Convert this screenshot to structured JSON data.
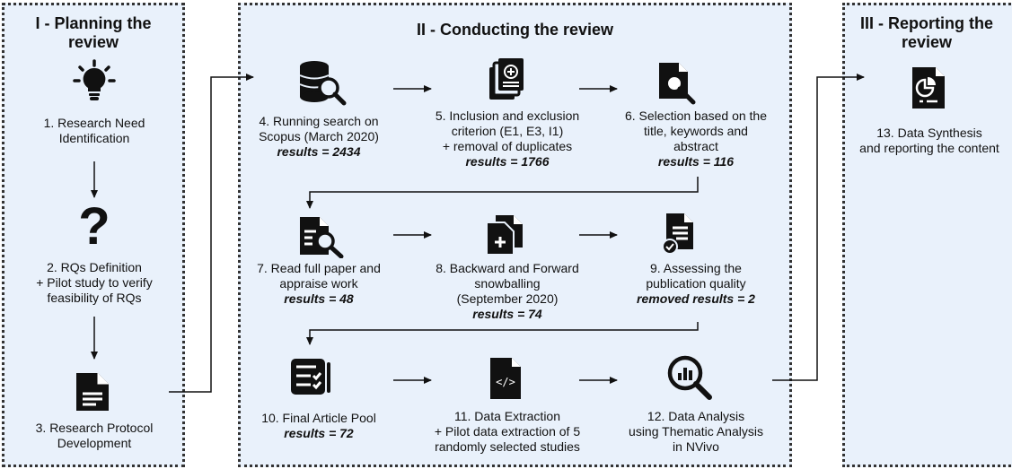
{
  "phases": {
    "planning": "I - Planning the review",
    "conducting": "II - Conducting the review",
    "reporting": "III - Reporting the review"
  },
  "steps": [
    {
      "lines": [
        "1. Research Need",
        "Identification"
      ],
      "result": "",
      "icon": "lightbulb-icon"
    },
    {
      "lines": [
        "2. RQs Definition",
        "+ Pilot study to verify",
        "feasibility of RQs"
      ],
      "result": "",
      "icon": "question-mark-icon"
    },
    {
      "lines": [
        "3. Research Protocol",
        "Development"
      ],
      "result": "",
      "icon": "document-icon"
    },
    {
      "lines": [
        "4. Running search on",
        "Scopus (March 2020)"
      ],
      "result": "results = 2434",
      "icon": "database-search-icon"
    },
    {
      "lines": [
        "5. Inclusion and exclusion",
        "criterion (E1, E3, I1)",
        "+ removal of duplicates"
      ],
      "result": "results = 1766",
      "icon": "file-stack-add-icon"
    },
    {
      "lines": [
        "6. Selection based on the",
        "title, keywords and",
        "abstract"
      ],
      "result": "results = 116",
      "icon": "file-search-icon"
    },
    {
      "lines": [
        "7. Read full paper and",
        "appraise work"
      ],
      "result": "results = 48",
      "icon": "file-read-icon"
    },
    {
      "lines": [
        "8. Backward and Forward",
        "snowballing",
        "(September 2020)"
      ],
      "result": "results = 74",
      "icon": "files-add-icon"
    },
    {
      "lines": [
        "9. Assessing the",
        "publication quality"
      ],
      "result": "removed results = 2",
      "icon": "file-check-icon"
    },
    {
      "lines": [
        "10. Final Article Pool"
      ],
      "result": "results = 72",
      "icon": "checklist-icon"
    },
    {
      "lines": [
        "11. Data Extraction",
        "+ Pilot data extraction of 5",
        "randomly selected studies"
      ],
      "result": "",
      "icon": "code-file-icon"
    },
    {
      "lines": [
        "12. Data Analysis",
        "using Thematic Analysis",
        "in NVivo"
      ],
      "result": "",
      "icon": "analytics-search-icon"
    },
    {
      "lines": [
        "13. Data Synthesis",
        "and reporting the content"
      ],
      "result": "",
      "icon": "report-chart-icon"
    }
  ],
  "colors": {
    "panel_fill": "#e9f1fb",
    "panel_border": "#333333",
    "icon": "#111111",
    "arrow": "#111111"
  }
}
